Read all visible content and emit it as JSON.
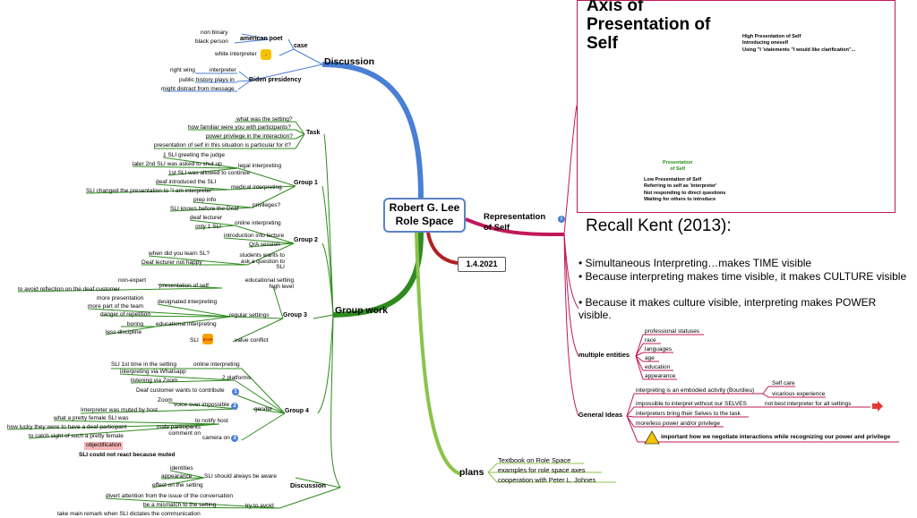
{
  "central": {
    "line1": "Robert G. Lee",
    "line2": "Role Space"
  },
  "date_node": "1.4.2021",
  "discussion_top": {
    "label": "Discussion",
    "case_label": "case",
    "case_poet": "american poet",
    "poet_leaves": [
      "non binary",
      "black person"
    ],
    "white_interpreter": "white interpreter",
    "biden": "Biden presidency",
    "biden_interpreter": "interpreter",
    "biden_leaves": [
      "right wing",
      "public history plays in",
      "might distract from message"
    ]
  },
  "group_work": {
    "label": "Group work",
    "task": {
      "label": "Task",
      "items": [
        "what was the setting?",
        "how familiar were you with participants?",
        "power privilege in the interaction?",
        "presentation of self in this situation is particular for it?"
      ]
    },
    "group1": {
      "label": "Group 1",
      "legal": "legal interpreting",
      "legal_items": [
        "1 SLI greeting the judge",
        "later 2nd SLI was asked to shut up",
        "1st SLI was allowed to continue"
      ],
      "medical": "medical interpreting",
      "medical_items": [
        "deaf introduced the SLI",
        "SLI changed the presentation to \"I am interpreter\""
      ],
      "privileges": "privileges?",
      "privileges_items": [
        "prep info",
        "SLI knows before the Deaf"
      ]
    },
    "group2": {
      "label": "Group 2",
      "online": "online interpreting",
      "online_items": [
        "deaf lecturer",
        "only 1 SLI"
      ],
      "intro": "introduction into lecture",
      "qa": "Q/A session",
      "students": "students wants to ask a question to SLI",
      "students_items": [
        "when did you learn SL?",
        "Deaf lecturer not happy"
      ]
    },
    "group3": {
      "label": "Group 3",
      "educational_high": "educational setting high level",
      "presentation": "presentation of self",
      "presentation_items": [
        "non-expert",
        "to avoid reflection on the deaf customer"
      ],
      "regular": "regular settings",
      "designated": "designated interpreting",
      "designated_items": [
        "more presentation",
        "more part of the team",
        "danger of repetition"
      ],
      "educational": "educational interpreting",
      "educational_items": [
        "boring",
        "less discipline"
      ],
      "value": "value conflict",
      "sli": "SLI"
    },
    "group4": {
      "label": "Group 4",
      "online": "online interpreting",
      "online_items": [
        "SLI 1st time in the setting"
      ],
      "platforms": "2 platforms",
      "platforms_items": [
        "interpreting via Whatsapp",
        "listening via Zoom"
      ],
      "gender": "gender",
      "deaf_contribute": "Deaf customer wants to contribute",
      "voice_over": "voice over impossible",
      "zoom": "Zoom",
      "muted": "Interpreter was muted by host",
      "notify": "to notify host",
      "camera": "camera on",
      "male": "male participants comment on",
      "male_items": [
        "what a pretty female SLI was",
        "how lucky they were to have a deaf participant",
        "to catch sight of such a pretty female"
      ],
      "objectification": "objectification",
      "not_react": "SLI could not react because muted"
    },
    "discussion": {
      "label": "Discussion",
      "aware": "SLI should always be aware",
      "aware_items": [
        "identities",
        "appearance",
        "effect on the setting"
      ],
      "avoid": "try to avoid",
      "avoid_items": [
        "divert attention from the issue of the conversation",
        "be a mismatch to the setting",
        "take main remark when SLI dictates the communication"
      ]
    }
  },
  "representation": {
    "label_line1": "Representation",
    "label_line2": "of Self",
    "slide": {
      "title": "Axis of\nPresentation of\nSelf",
      "high": "High Presentation of Self\nIntroducing oneself\nUsing \"I 'statements \"I would like clarification\"...",
      "axis_label": "Presentation\nof Self",
      "low": "Low Presentation of Self\nReferring to self as 'interpreter'\nNot responding to direct questions\nWaiting for others to introduce"
    },
    "recall_title": "Recall Kent (2013):",
    "bullets": [
      "Simultaneous Interpreting…makes TIME visible",
      "Because interpreting makes time visible, it makes CULTURE visible",
      "Because it makes culture visible, interpreting makes POWER visible."
    ]
  },
  "multiple_entities": {
    "label": "multiple entities",
    "items": [
      "professional statuses",
      "race",
      "languages",
      "age",
      "education",
      "appearance"
    ]
  },
  "general_ideas": {
    "label": "General Ideas",
    "embodied": "interpreting is an embodied activity (Bourdieu)",
    "embodied_items": [
      "Self care",
      "vicarious experience"
    ],
    "impossible": "impossible to interpret without our SELVES",
    "best": "not best interpreter for all settings",
    "bring": "interpreters bring their Selves to the task",
    "power": "more/less power and/or privilege",
    "important": "important how we negotiate interactions while recognizing our power and privilege"
  },
  "plans": {
    "label": "plans",
    "items": [
      "Textbook on Role Space",
      "examples for role space axes",
      "cooperation with Peter L. Johnes"
    ]
  },
  "colors": {
    "discussion": "#4a7fd6",
    "group_work": "#2e8b1e",
    "representation": "#c2185b",
    "date": "#b22222",
    "plans": "#8bc34a"
  }
}
